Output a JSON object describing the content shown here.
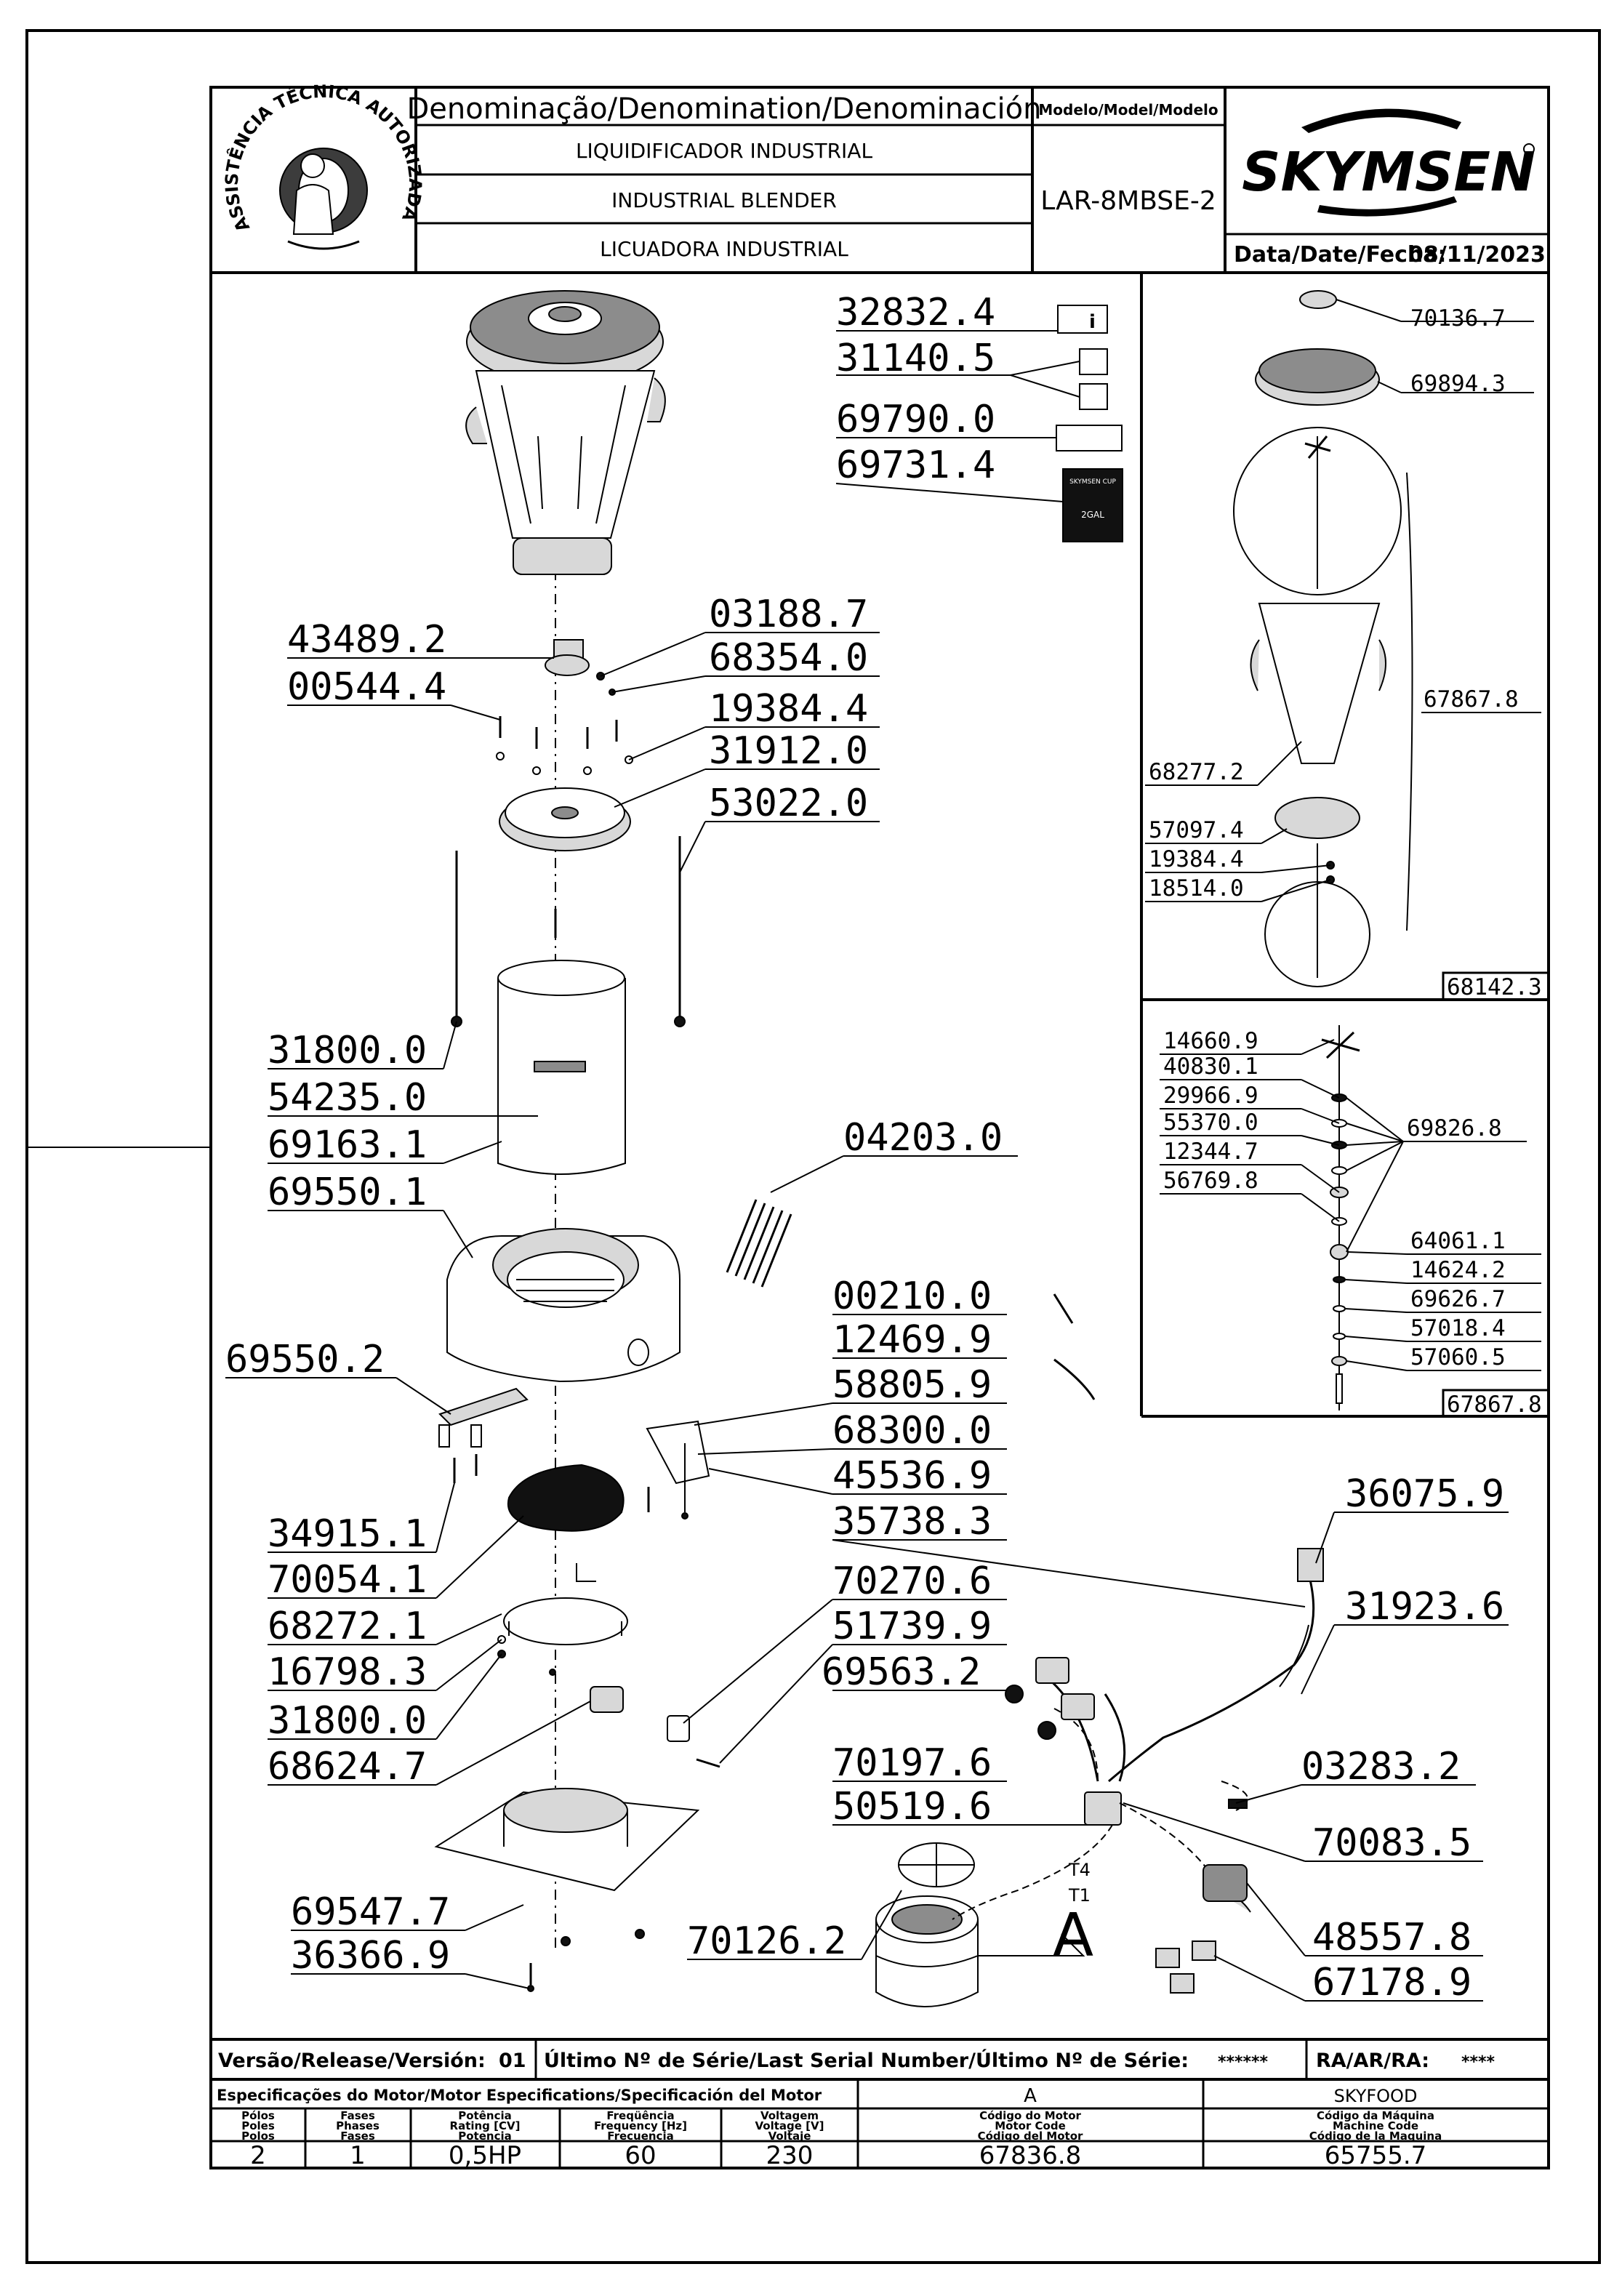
{
  "header": {
    "denomination_label": "Denominação/Denomination/Denominación",
    "name_pt": "LIQUIDIFICADOR INDUSTRIAL",
    "name_en": "INDUSTRIAL BLENDER",
    "name_es": "LICUADORA INDUSTRIAL",
    "model_label": "Modelo/Model/Modelo",
    "model_value": "LAR-8MBSE-2",
    "brand": "SKYMSEN",
    "date_label": "Data/Date/Fecha:",
    "date_value": "08/11/2023",
    "seal_text": "ASSISTÊNCIA TÉCNICA AUTORIZADA"
  },
  "parts": {
    "p32832_4": "32832.4",
    "p31140_5": "31140.5",
    "p69790_0": "69790.0",
    "p69731_4": "69731.4",
    "p03188_7": "03188.7",
    "p43489_2": "43489.2",
    "p68354_0": "68354.0",
    "p00544_4": "00544.4",
    "p19384_4": "19384.4",
    "p31912_0": "31912.0",
    "p53022_0": "53022.0",
    "p31800_0a": "31800.0",
    "p54235_0": "54235.0",
    "p69163_1": "69163.1",
    "p69550_1": "69550.1",
    "p04203_0": "04203.0",
    "p69550_2": "69550.2",
    "p00210_0": "00210.0",
    "p12469_9": "12469.9",
    "p58805_9": "58805.9",
    "p68300_0": "68300.0",
    "p45536_9": "45536.9",
    "p34915_1": "34915.1",
    "p35738_3": "35738.3",
    "p70054_1": "70054.1",
    "p36075_9": "36075.9",
    "p70270_6": "70270.6",
    "p68272_1": "68272.1",
    "p51739_9": "51739.9",
    "p31923_6": "31923.6",
    "p16798_3": "16798.3",
    "p69563_2": "69563.2",
    "p31800_0b": "31800.0",
    "p68624_7": "68624.7",
    "p70197_6": "70197.6",
    "p03283_2": "03283.2",
    "p50519_6": "50519.6",
    "p70083_5": "70083.5",
    "p69547_7": "69547.7",
    "p48557_8": "48557.8",
    "p36366_9": "36366.9",
    "p70126_2": "70126.2",
    "p67178_9": "67178.9",
    "view_a": "A",
    "wire_t4": "T4",
    "wire_t1": "T1"
  },
  "right_panel": {
    "p70136_7": "70136.7",
    "p69894_3": "69894.3",
    "p67867_8a": "67867.8",
    "p68277_2": "68277.2",
    "p57097_4": "57097.4",
    "p19384_4": "19384.4",
    "p18514_0": "18514.0",
    "box1_code": "68142.3",
    "p14660_9": "14660.9",
    "p40830_1": "40830.1",
    "p29966_9": "29966.9",
    "p55370_0": "55370.0",
    "p12344_7": "12344.7",
    "p56769_8": "56769.8",
    "p69826_8": "69826.8",
    "p64061_1": "64061.1",
    "p14624_2": "14624.2",
    "p69626_7": "69626.7",
    "p57018_4": "57018.4",
    "p57060_5": "57060.5",
    "box2_code": "67867.8"
  },
  "label_sticker": {
    "brand": "SKYMSEN CUP",
    "capacity": "2GAL"
  },
  "footer": {
    "release_label": "Versão/Release/Versión:",
    "release_value": "01",
    "serial_label": "Último Nº de Série/Last Serial Number/Último Nº de Série:",
    "serial_value": "******",
    "ra_label": "RA/AR/RA:",
    "ra_value": "****",
    "motor_spec_label": "Especificações do Motor/Motor Especifications/Specificación del Motor",
    "motor_letter": "A",
    "client": "SKYFOOD",
    "col_poles": [
      "Pólos",
      "Poles",
      "Polos"
    ],
    "col_phases": [
      "Fases",
      "Phases",
      "Fases"
    ],
    "col_power": [
      "Potência",
      "Rating [CV]",
      "Potencia"
    ],
    "col_freq": [
      "Freqüência",
      "Frequency [Hz]",
      "Frecuencia"
    ],
    "col_voltage": [
      "Voltagem",
      "Voltage [V]",
      "Voltaje"
    ],
    "col_motor_code": [
      "Código do Motor",
      "Motor Code",
      "Código del Motor"
    ],
    "col_machine_code": [
      "Código da Máquina",
      "Machine Code",
      "Código de la Maquina"
    ],
    "poles": "2",
    "phases": "1",
    "power": "0,5HP",
    "frequency": "60",
    "voltage": "230",
    "motor_code": "67836.8",
    "machine_code": "65755.7"
  }
}
